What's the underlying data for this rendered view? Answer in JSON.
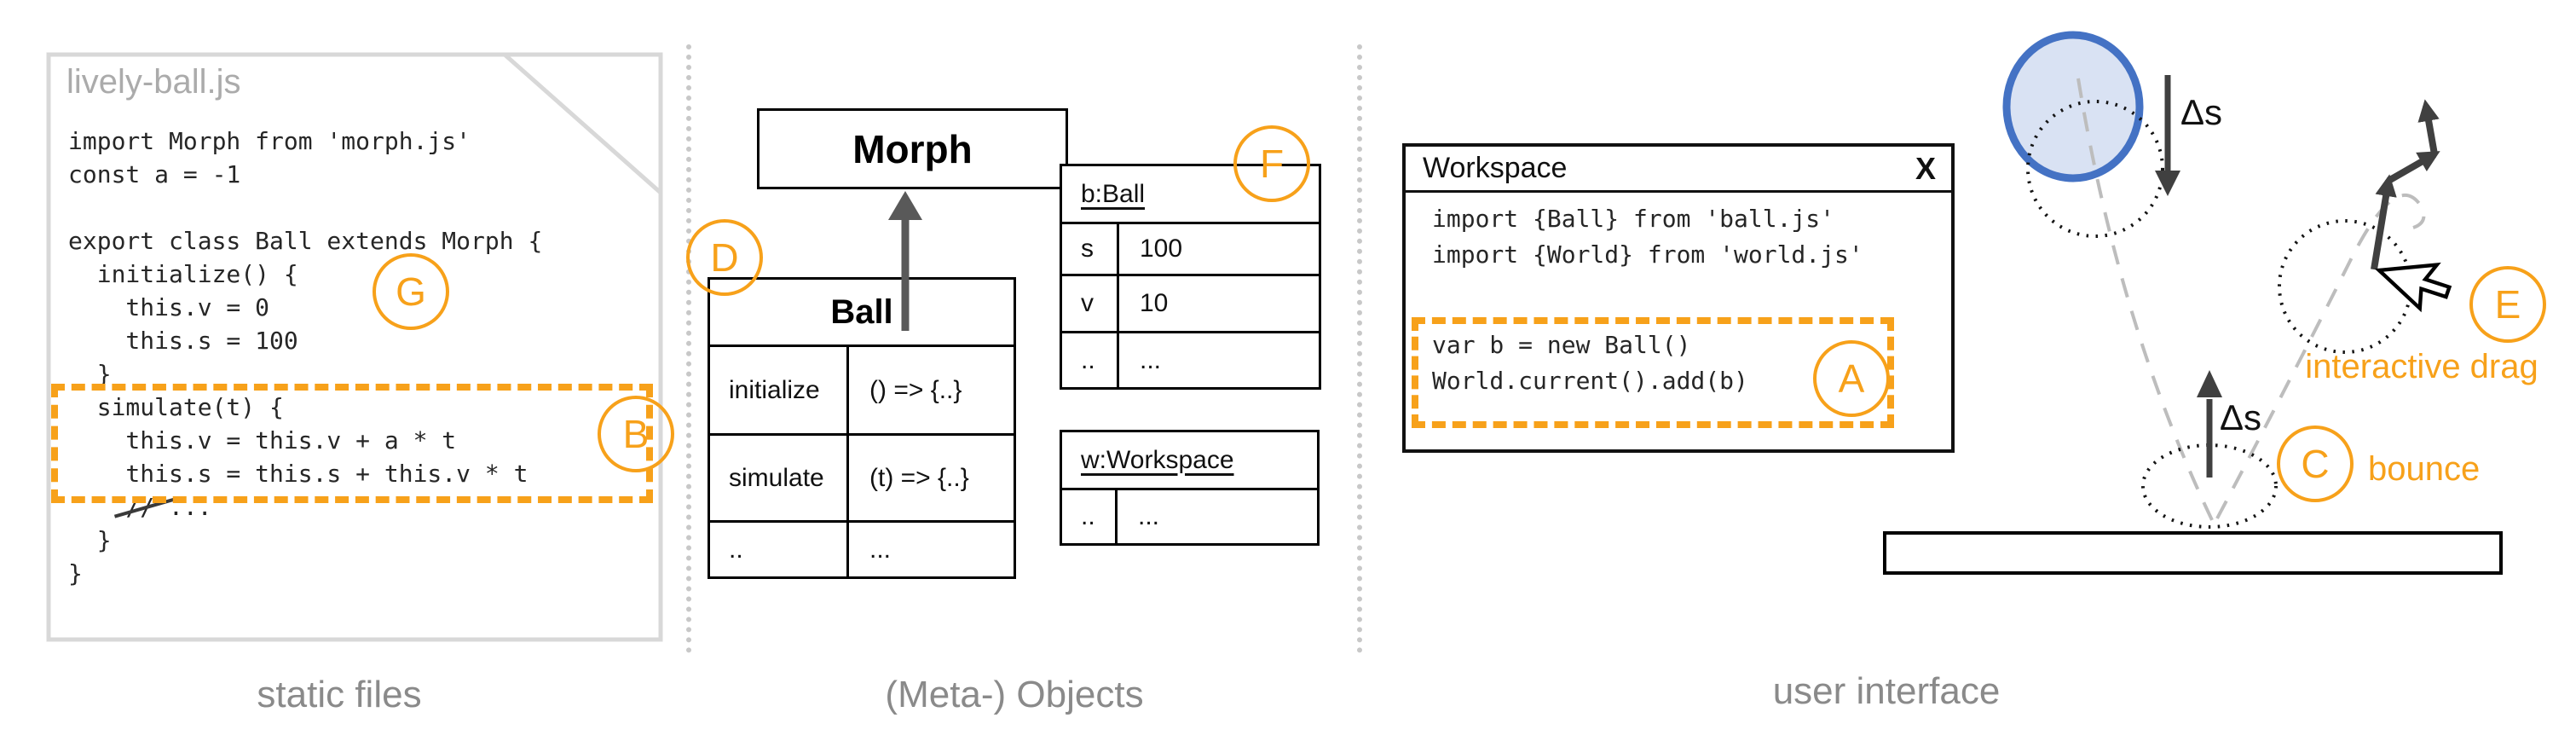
{
  "colors": {
    "accent_orange": "#F7A11A",
    "ball_stroke_blue": "#4472C4",
    "ball_fill_blue": "#D9E2F3",
    "section_label_gray": "#8A8A8A"
  },
  "sections": {
    "static_files": {
      "label": "static files",
      "file_name": "lively-ball.js",
      "code_before": [
        "import Morph from 'morph.js'",
        "const a = -1",
        "",
        "export class Ball extends Morph {",
        "  initialize() {",
        "    this.v = 0",
        "    this.s = 100",
        "  }",
        "  simulate(t) {",
        "    this.v = this.v + a * t",
        "    this.s = this.s + this.v * t"
      ],
      "comment_line": {
        "indent": "    ",
        "struck": "//",
        "rest": " ..."
      },
      "code_after": [
        "  }",
        "}"
      ],
      "badge_g": "G",
      "badge_b": "B"
    },
    "meta_objects": {
      "label": "(Meta-) Objects",
      "badge_d": "D",
      "badge_f": "F",
      "morph_class": {
        "title": "Morph"
      },
      "ball_class": {
        "title": "Ball",
        "rows": [
          {
            "name": "initialize",
            "value": "() => {..}"
          },
          {
            "name": "simulate",
            "value": "(t) => {..}"
          },
          {
            "name": "..",
            "value": "..."
          }
        ]
      },
      "ball_instance": {
        "title": "b:Ball",
        "rows": [
          {
            "name": "s",
            "value": "100"
          },
          {
            "name": "v",
            "value": "10"
          },
          {
            "name": "..",
            "value": "..."
          }
        ]
      },
      "workspace_instance": {
        "title": "w:Workspace",
        "rows": [
          {
            "name": "..",
            "value": "..."
          }
        ]
      }
    },
    "user_interface": {
      "label": "user interface",
      "badge_a": "A",
      "badge_c": "C",
      "badge_e": "E",
      "workspace_window": {
        "title": "Workspace",
        "close_label": "X",
        "code_imports": [
          "import {Ball} from 'ball.js'",
          "import {World} from 'world.js'"
        ],
        "code_eval": [
          "var b = new Ball()",
          "World.current().add(b)"
        ]
      },
      "annotations": {
        "delta_s_fall": "Δs",
        "delta_s_bounce": "Δs",
        "bounce": "bounce",
        "interactive_drag": "interactive drag"
      }
    }
  }
}
